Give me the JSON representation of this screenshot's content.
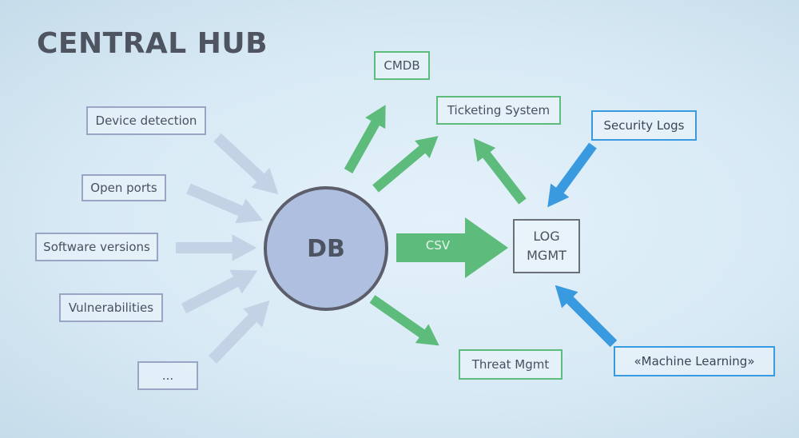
{
  "slide": {
    "title": "CENTRAL HUB"
  },
  "sources": [
    {
      "label": "Device detection"
    },
    {
      "label": "Open ports"
    },
    {
      "label": "Software versions"
    },
    {
      "label": "Vulnerabilities"
    },
    {
      "label": "..."
    }
  ],
  "hub": {
    "label": "DB"
  },
  "outputs": [
    {
      "label": "CMDB"
    },
    {
      "label": "Ticketing System"
    },
    {
      "label": "Threat Mgmt"
    }
  ],
  "main_flow": {
    "label": "CSV"
  },
  "log_mgmt": {
    "line1": "LOG",
    "line2": "MGMT"
  },
  "log_inputs": [
    {
      "label": "Security Logs"
    },
    {
      "label": "«Machine Learning»"
    }
  ],
  "colors": {
    "source_border": "#9aa4c4",
    "source_arrow": "#c4d2e6",
    "output_green": "#5dbb7c",
    "input_blue": "#3a9ae0",
    "hub_fill": "#aebfdf"
  }
}
